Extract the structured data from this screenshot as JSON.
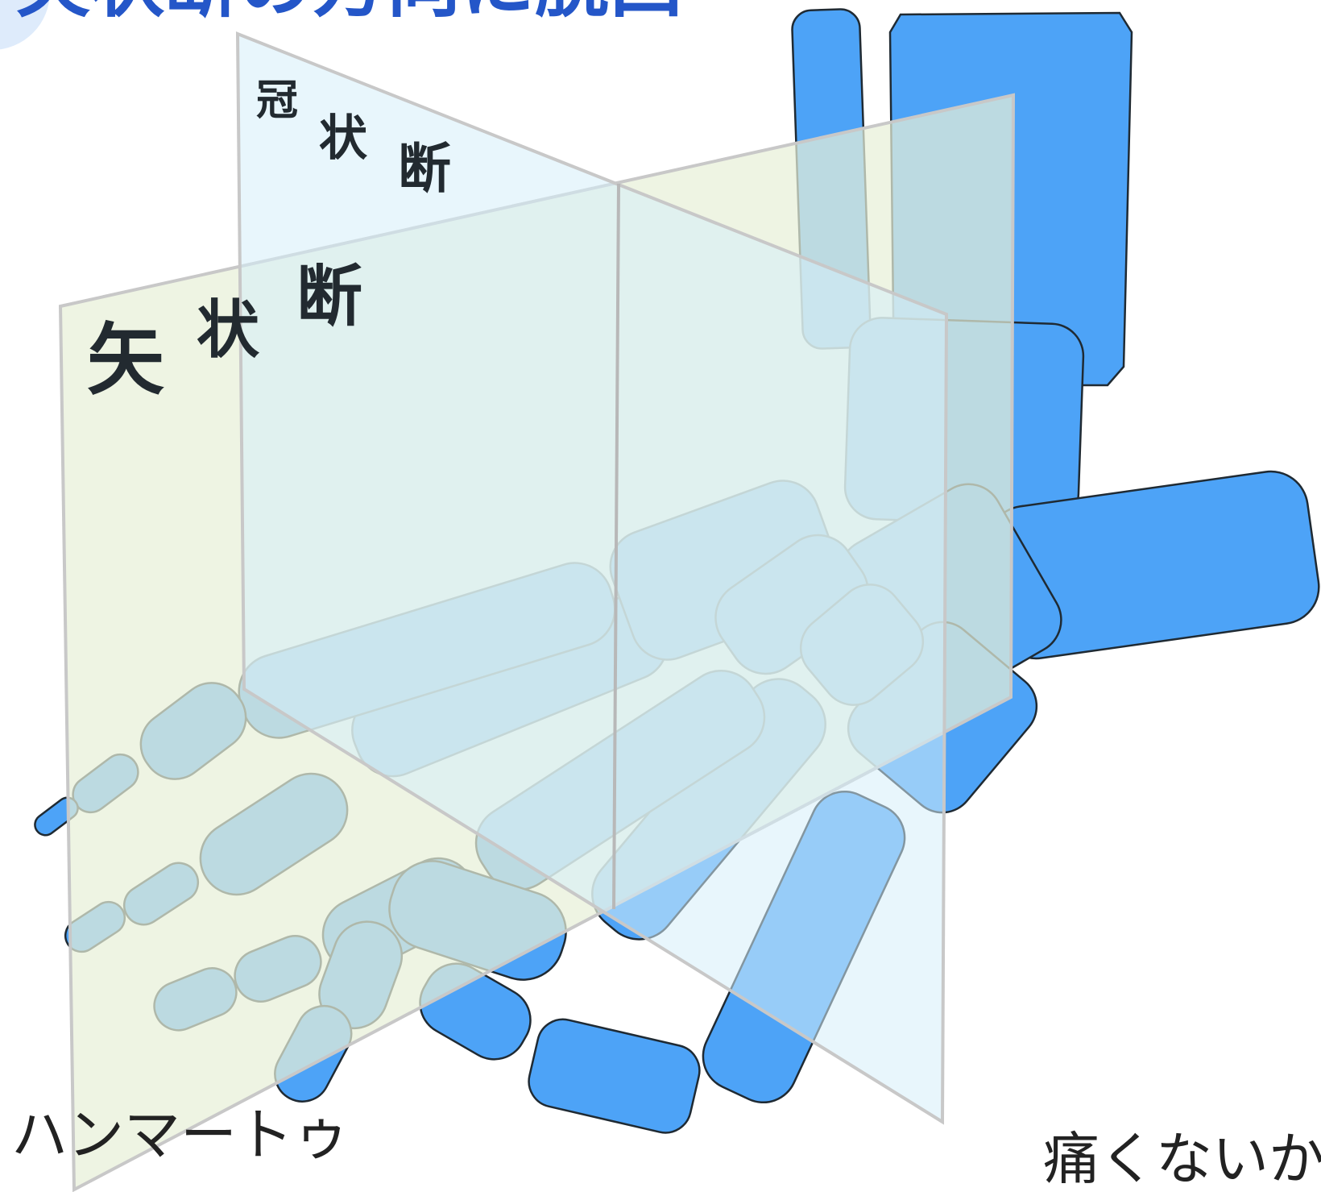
{
  "title": "矢状断の方向に脱臼",
  "coronal_label": [
    "冠",
    "状",
    "断"
  ],
  "sagittal_label": [
    "矢",
    "状",
    "断"
  ],
  "caption_left": "ハンマートゥ",
  "caption_right": "痛くないか",
  "colors": {
    "bone_fill": "#4da3f7",
    "bone_stroke": "#1f2a33",
    "sagittal_plane": "#e8f0d8",
    "coronal_plane": "#d8f0fb",
    "plane_edge": "#cccccc",
    "title_blue": "#2456c8",
    "corner_circle": "#deebfb"
  }
}
